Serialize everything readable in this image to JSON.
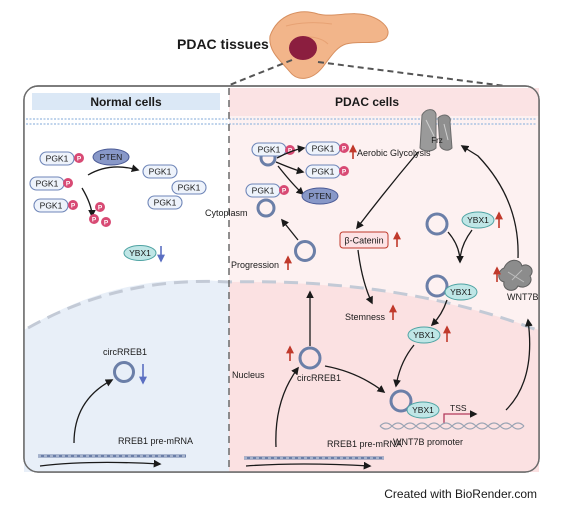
{
  "header": {
    "title": "PDAC tissues"
  },
  "panels": {
    "normal_title": "Normal cells",
    "pdac_title": "PDAC cells"
  },
  "normal": {
    "pgk1": "PGK1",
    "pten": "PTEN",
    "p": "P",
    "ybx1": "YBX1",
    "circ": "circRREB1",
    "premrna": "RREB1 pre-mRNA"
  },
  "pdac": {
    "pgk1": "PGK1",
    "pten": "PTEN",
    "p": "P",
    "aerobic": "Aerobic Glycolysis",
    "frz": "Frz",
    "catenin": "β-Catenin",
    "cytoplasm": "Cytoplasm",
    "progression": "Progression",
    "stemness": "Stemness",
    "ybx1": "YBX1",
    "wnt7b": "WNT7B",
    "nucleus": "Nucleus",
    "circ": "circRREB1",
    "tss": "TSS",
    "promoter": "WNT7B promoter",
    "premrna": "RREB1 pre-mRNA"
  },
  "footer": {
    "credit": "Created with BioRender.com"
  },
  "colors": {
    "normal_bg": "#eaf1fb",
    "pdac_bg": "#fdeced",
    "up_arrow": "#c0392b",
    "down_arrow": "#5b6fc2",
    "phospho": "#d84a74"
  }
}
